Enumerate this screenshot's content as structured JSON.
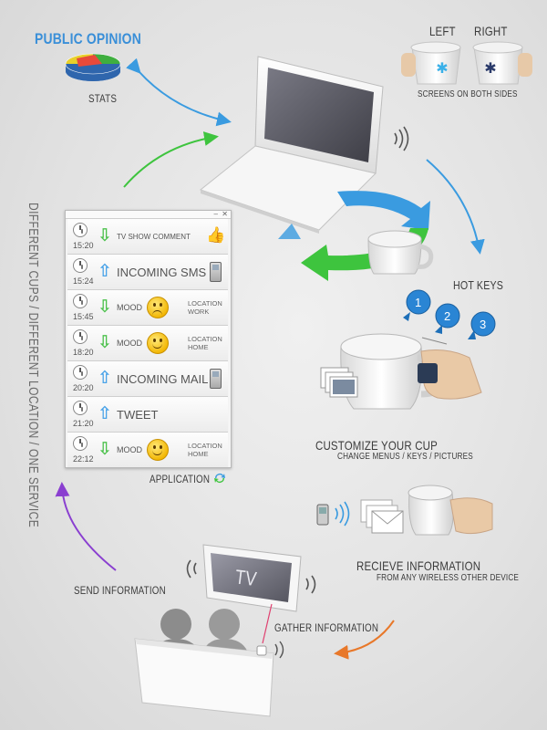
{
  "labels": {
    "public_opinion": "PUBLIC OPINION",
    "stats": "STATS",
    "left": "LEFT",
    "right": "RIGHT",
    "screens_both_sides": "SCREENS ON BOTH SIDES",
    "hot_keys": "HOT KEYS",
    "customize_cup": "CUSTOMIZE YOUR CUP",
    "change_menus": "CHANGE MENUS / KEYS / PICTURES",
    "application": "APPLICATION",
    "recieve_information": "RECIEVE INFORMATION",
    "from_any_wireless": "FROM ANY WIRELESS OTHER DEVICE",
    "send_information": "SEND INFORMATION",
    "gather_information": "GATHER INFORMATION",
    "tv": "TV",
    "vertical_text": "DIFFERENT CUPS / DIFFERENT LOCATION / ONE SERVICE"
  },
  "hot_keys": [
    "1",
    "2",
    "3"
  ],
  "app_window": {
    "minimize": "–",
    "close": "✕",
    "rows": [
      {
        "time": "15:20",
        "direction": "down",
        "text": "TV SHOW COMMENT",
        "icon": "thumbs-up-icon"
      },
      {
        "time": "15:24",
        "direction": "up",
        "text": "INCOMING SMS",
        "icon": "phone-icon"
      },
      {
        "time": "15:45",
        "direction": "down",
        "text": "MOOD",
        "mood": "sad",
        "location_label": "LOCATION",
        "location": "WORK"
      },
      {
        "time": "18:20",
        "direction": "down",
        "text": "MOOD",
        "mood": "happy",
        "location_label": "LOCATION",
        "location": "HOME"
      },
      {
        "time": "20:20",
        "direction": "up",
        "text": "INCOMING MAIL",
        "icon": "phone-icon"
      },
      {
        "time": "21:20",
        "direction": "up",
        "text": "TWEET"
      },
      {
        "time": "22:12",
        "direction": "down",
        "text": "MOOD",
        "mood": "happy",
        "location_label": "LOCATION",
        "location": "HOME"
      }
    ]
  },
  "colors": {
    "blue_arrow": "#3a9be0",
    "green_arrow": "#3ec43e",
    "purple_arrow": "#8a3fd0",
    "orange_arrow": "#e8782a",
    "title_blue": "#3a8fd8"
  }
}
